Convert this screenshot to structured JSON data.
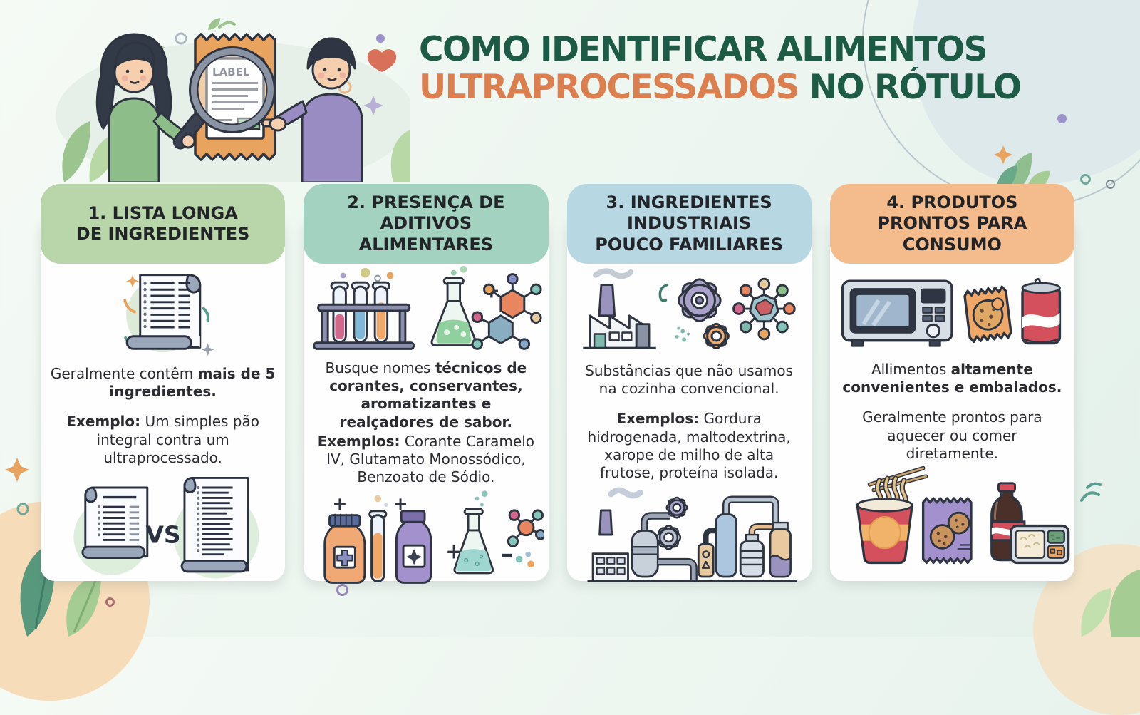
{
  "page": {
    "title_line1": "COMO IDENTIFICAR ALIMENTOS",
    "title_line2_highlight": "ULTRAPROCESSADOS",
    "title_line2_rest": " NO RÓTULO"
  },
  "hero": {
    "package_label": "LABEL"
  },
  "colors": {
    "title_green": "#1d5b46",
    "title_orange": "#dd7e4e",
    "card1_header": "#b9d6ab",
    "card2_header": "#a3d2c1",
    "card3_header": "#b7d7e2",
    "card4_header": "#f4bc8c",
    "text_dark": "#2b2b32"
  },
  "cards": [
    {
      "title_lines": [
        "1. LISTA LONGA",
        "DE INGREDIENTES"
      ],
      "p1_normal": "Geralmente contêm ",
      "p1_bold": "mais de 5 ingredientes.",
      "p2_bold": "Exemplo:",
      "p2_rest": " Um simples pão integral contra um ultraprocessado.",
      "vs_label": "VS",
      "icons": [
        "ingredient-scroll-icon",
        "short-vs-long-list-icon"
      ]
    },
    {
      "title_lines": [
        "2. PRESENÇA DE",
        "ADITIVOS",
        "ALIMENTARES"
      ],
      "p1_normal": "Busque nomes ",
      "p1_bold": "técnicos de corantes, conservantes, aromatizantes e realçadores de sabor.",
      "p2_bold": "Exemplos:",
      "p2_rest": " Corante Caramelo IV, Glutamato Monossódico, Benzoato de Sódio.",
      "icons": [
        "test-tubes-flask-molecule-icon",
        "additive-bottles-flask-icon"
      ]
    },
    {
      "title_lines": [
        "3. INGREDIENTES",
        "INDUSTRIAIS",
        "POUCO FAMILIARES"
      ],
      "p1_normal": "Substâncias que não usamos na cozinha convencional.",
      "p1_bold": "",
      "p2_bold": "Exemplos:",
      "p2_rest": " Gordura hidrogenada, maltodextrina, xarope de milho de alta frutose, proteína isolada.",
      "icons": [
        "factory-gears-molecule-icon",
        "industrial-plants-icon"
      ]
    },
    {
      "title_lines": [
        "4. PRODUTOS",
        "PRONTOS PARA",
        "CONSUMO"
      ],
      "p1_normal": "Allimentos ",
      "p1_bold": "altamente convenientes e embalados.",
      "p2_bold": "",
      "p2_rest": "Geralmente prontos para aquecer ou comer diretamente.",
      "icons": [
        "microwave-snack-soda-icon",
        "ready-to-eat-foods-icon"
      ]
    }
  ]
}
